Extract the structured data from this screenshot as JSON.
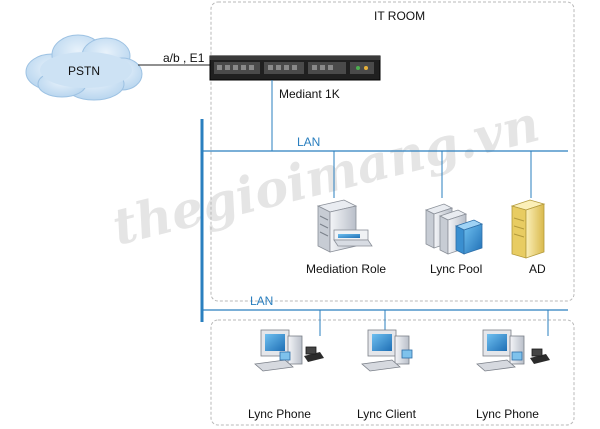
{
  "labels": {
    "it_room": "IT ROOM",
    "pstn": "PSTN",
    "link": "a/b , E1",
    "gateway": "Mediant 1K",
    "lan_top": "LAN",
    "lan_bottom": "LAN",
    "mediation": "Mediation Role",
    "pool": "Lync Pool",
    "ad": "AD",
    "phone_left": "Lync Phone",
    "client": "Lync Client",
    "phone_right": "Lync Phone"
  },
  "watermark": "thegioimang.vn",
  "colors": {
    "lan": "#2a7fbf",
    "border": "#b8b8b8",
    "cloud": "#cde2f4",
    "server": "#dfe3ea",
    "ad": "#f3dc86",
    "screen": "#3a9bd6"
  },
  "icons": [
    "cloud-icon",
    "gateway-device-icon",
    "server-icon",
    "server-cluster-icon",
    "directory-server-icon",
    "desktop-pc-icon",
    "ip-phone-icon"
  ]
}
